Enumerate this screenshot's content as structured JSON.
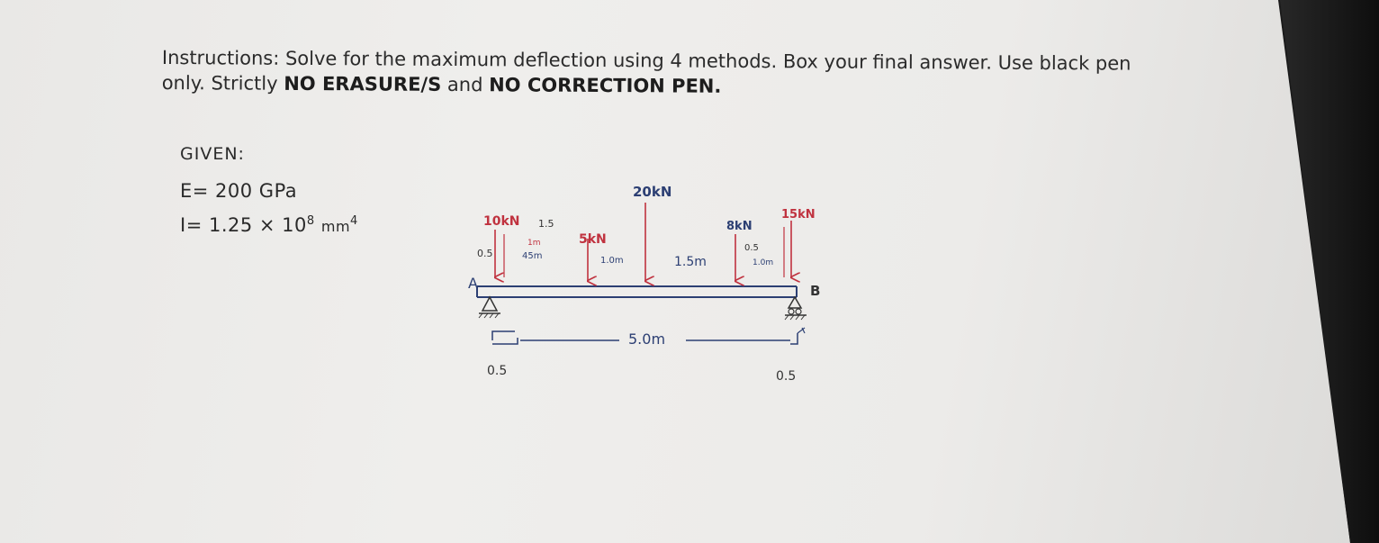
{
  "instructions": {
    "prefix": "Instructions: Solve for the maximum deflection using 4 methods. Box your final answer. Use black pen only. Strictly ",
    "no_erasure": "NO ERASURE/S",
    "and": " and ",
    "no_correction": "NO CORRECTION PEN."
  },
  "given": {
    "title": "GIVEN:",
    "e_value": "E= 200 GPa",
    "i_value": "I= 1.25 × 10",
    "i_exponent": "8",
    "i_unit": "mm",
    "i_unit_exponent": "4"
  },
  "diagram": {
    "load_10": "10kN",
    "dim_1_5": "1.5",
    "dim_0_5_left": "0.5",
    "dim_1m": "1m",
    "dim_45m": "45m",
    "load_5": "5kN",
    "dim_1_0m": "1.0m",
    "load_20": "20kN",
    "dim_1_5m": "1.5m",
    "load_8": "8kN",
    "dim_0_5_mid": "0.5",
    "dim_1_0m_right": "1.0m",
    "load_15": "15kN",
    "support_a": "A",
    "support_b": "B",
    "span": "5.0m",
    "overhang_left": "0.5",
    "overhang_right": "0.5"
  },
  "colors": {
    "ink_red": "#c0323f",
    "ink_blue": "#2c3f73",
    "ink_black": "#333333"
  }
}
